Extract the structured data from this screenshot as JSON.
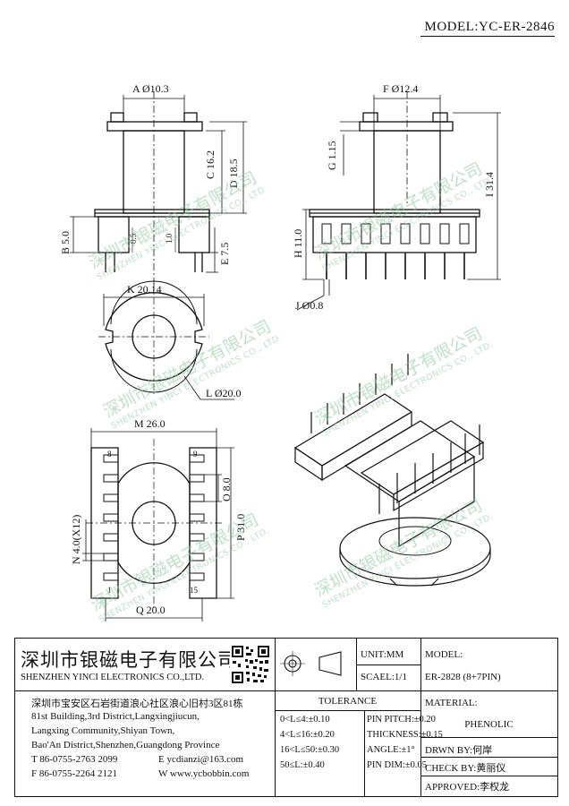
{
  "model": "MODEL:YC-ER-2846",
  "dimensions": {
    "A": "A Ø10.3",
    "C": "C 16.2",
    "D": "D 18.5",
    "B": "B 5.0",
    "small_05": "0.5",
    "small_10": "1.0",
    "E": "E 7.5",
    "F": "F Ø12.4",
    "G": "G 1.15",
    "H": "H 11.0",
    "I": "I 31.4",
    "J": "J Ø0.8",
    "K": "K 20.14",
    "L": "L Ø20.0",
    "M": "M 26.0",
    "N": "N 4.0(X12)",
    "O": "O 8.0",
    "P": "P 31.0",
    "Q": "Q 20.0",
    "pin_8": "8",
    "pin_9": "9",
    "pin_1": "1",
    "pin_15": "15"
  },
  "watermark": {
    "zh": "深圳市银磁电子有限公司",
    "en": "SHENZHEN YINCI ELECTRONICS CO., LTD."
  },
  "title_block": {
    "company_zh": "深圳市银磁电子有限公司",
    "company_en": "SHENZHEN YINCI ELECTRONICS CO.,LTD.",
    "address_zh": "深圳市宝安区石岩街道浪心社区浪心旧村3区81栋",
    "address_en_1": "81st Building,3rd District,Langxingjiucun,",
    "address_en_2": "Langxing Community,Shiyan Town,",
    "address_en_3": "Bao'An District,Shenzhen,Guangdong Province",
    "tel": "T 86-0755-2763 2099",
    "email": "E ycdianzi@163.com",
    "fax": "F 86-0755-2264 2121",
    "web": "W www.ycbobbin.com",
    "unit": "UNIT:MM",
    "scale": "SCAEL:1/1",
    "model_label": "MODEL:",
    "model_value": "ER-2828 (8+7PIN)",
    "tolerance_title": "TOLERANCE",
    "tolerances": [
      "0<L≤4:±0.10",
      "4<L≤16:±0.20",
      "16<L≤50:±0.30",
      "50≤L:±0.40"
    ],
    "pin_tolerances": [
      "PIN PITCH:±0.20",
      "THICKNESS:±0.15",
      "ANGLE:±1°",
      "PIN DIM:±0.05"
    ],
    "material_label": "MATERIAL:",
    "material_value": "PHENOLIC",
    "drawn_by": "DRWN BY:何岸",
    "check_by": "CHECK BY:黄丽仪",
    "approved": "APPROVED:李权龙"
  }
}
